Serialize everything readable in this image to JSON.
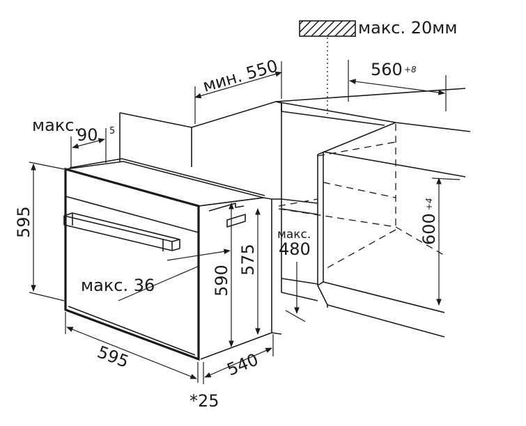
{
  "labels": {
    "gap_max": "макс. 20мм",
    "cab_depth_min": "мин. 550",
    "niche_width": "560",
    "niche_width_tol": "+8",
    "top_max": "макс.",
    "top_90": "90",
    "top_5": "5",
    "oven_height": "595",
    "niche_height": "600",
    "niche_height_tol": "+4",
    "inner_590": "590",
    "inner_575": "575",
    "cutout_max_prefix": "макс.",
    "cutout_max": "480",
    "handle_max": "макс. 36",
    "oven_width": "595",
    "oven_depth": "540",
    "footnote": "*25"
  }
}
